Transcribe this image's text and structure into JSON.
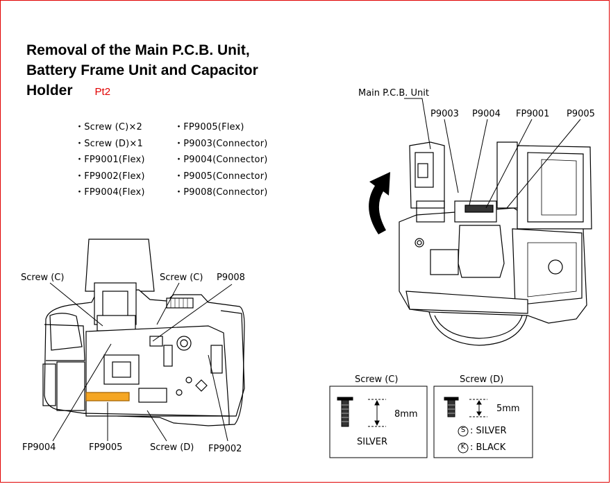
{
  "title": {
    "line1": "Removal of the Main P.C.B. Unit,",
    "line2": "Battery Frame Unit and Capacitor",
    "line3": "Holder",
    "part": "Pt2"
  },
  "parts_list": {
    "col1": [
      "・Screw (C)×2",
      "・Screw (D)×1",
      "・FP9001(Flex)",
      "・FP9002(Flex)",
      "・FP9004(Flex)"
    ],
    "col2": [
      "・FP9005(Flex)",
      "・P9003(Connector)",
      "・P9004(Connector)",
      "・P9005(Connector)",
      "・P9008(Connector)"
    ]
  },
  "left_diagram": {
    "screw_c_left": "Screw (C)",
    "screw_c_right": "Screw (C)",
    "p9008": "P9008",
    "fp9004": "FP9004",
    "fp9005": "FP9005",
    "screw_d": "Screw (D)",
    "fp9002": "FP9002"
  },
  "right_diagram": {
    "main_pcb": "Main P.C.B. Unit",
    "p9003": "P9003",
    "p9004": "P9004",
    "fp9001": "FP9001",
    "p9005": "P9005"
  },
  "screw_c_box": {
    "title": "Screw (C)",
    "length": "8mm",
    "finish": "SILVER"
  },
  "screw_d_box": {
    "title": "Screw (D)",
    "length": "5mm",
    "silver_symbol": "S",
    "silver_text": ": SILVER",
    "black_symbol": "K",
    "black_text": ": BLACK"
  },
  "colors": {
    "frame": "#e00000",
    "highlight": "#f5a623"
  }
}
